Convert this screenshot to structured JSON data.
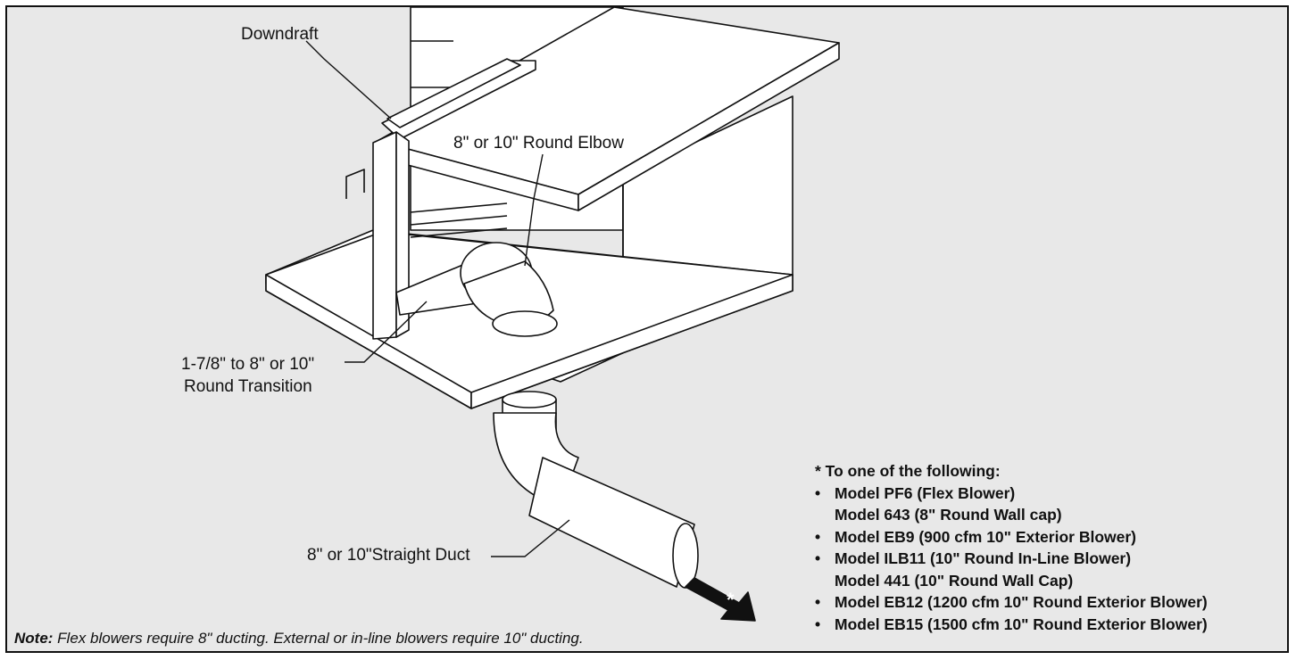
{
  "labels": {
    "downdraft": "Downdraft",
    "elbow": "8\" or 10\" Round Elbow",
    "transition_line1": "1-7/8\" to 8\" or 10\"",
    "transition_line2": "Round Transition",
    "straight_duct": "8\" or 10\"Straight Duct"
  },
  "arrow_symbol": "*",
  "list": {
    "heading": "* To one of the following:",
    "items": [
      {
        "bullet": "•",
        "lines": [
          "Model PF6 (Flex Blower)",
          "Model 643 (8\" Round Wall cap)"
        ]
      },
      {
        "bullet": "•",
        "lines": [
          "Model EB9 (900 cfm 10\" Exterior Blower)"
        ]
      },
      {
        "bullet": "•",
        "lines": [
          "Model ILB11 (10\" Round In-Line Blower)",
          "Model 441 (10\" Round Wall Cap)"
        ]
      },
      {
        "bullet": "•",
        "lines": [
          "Model EB12 (1200 cfm 10\" Round Exterior Blower)"
        ]
      },
      {
        "bullet": "•",
        "lines": [
          "Model EB15 (1500 cfm 10\" Round Exterior Blower)"
        ]
      }
    ]
  },
  "note": {
    "prefix": "Note:",
    "text": " Flex blowers require 8\" ducting. External or in-line blowers require 10\" ducting."
  },
  "colors": {
    "background": "#e8e8e8",
    "surface": "#ffffff",
    "line": "#111111"
  }
}
